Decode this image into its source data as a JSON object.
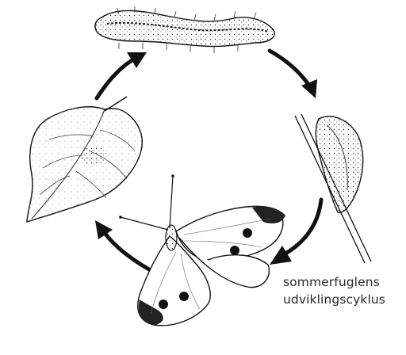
{
  "caption": {
    "line1": "sommerfuglens",
    "line2": "udviklingscyklus"
  },
  "stages": [
    {
      "name": "caterpillar"
    },
    {
      "name": "chrysalis"
    },
    {
      "name": "butterfly"
    },
    {
      "name": "egg-on-leaf"
    }
  ],
  "colors": {
    "ink": "#111111",
    "paper": "#ffffff",
    "caption_text": "#2a2a2a"
  }
}
